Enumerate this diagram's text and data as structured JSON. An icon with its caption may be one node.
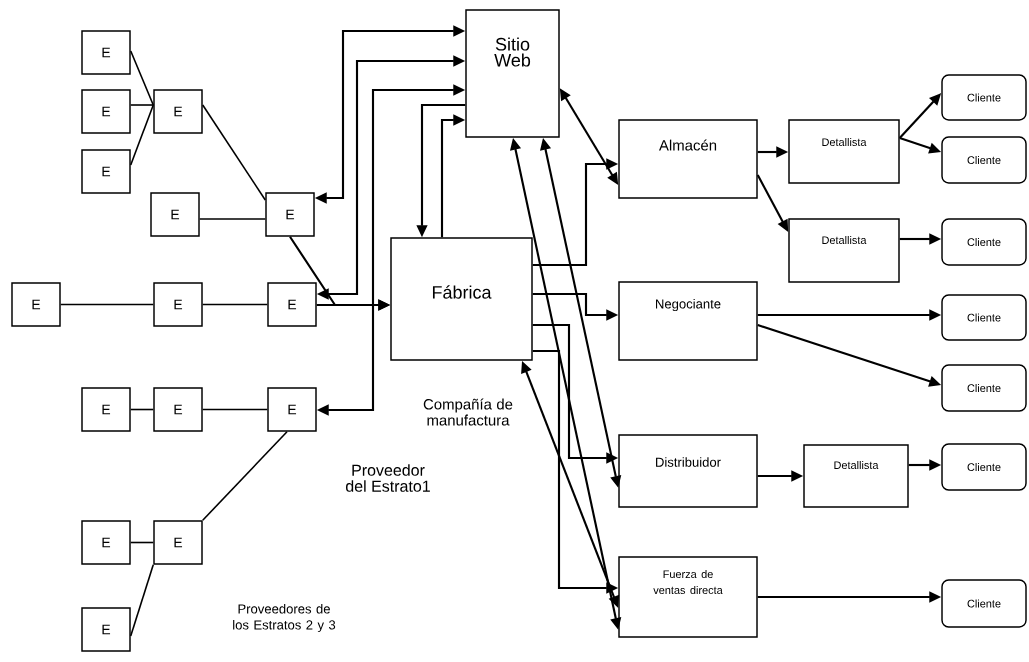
{
  "diagram": {
    "nodes": [
      {
        "text": [
          "E"
        ]
      },
      {
        "text": [
          "E"
        ]
      },
      {
        "text": [
          "E"
        ]
      },
      {
        "text": [
          "E"
        ]
      },
      {
        "text": [
          "E"
        ]
      },
      {
        "text": [
          "E"
        ]
      },
      {
        "text": [
          "E"
        ]
      },
      {
        "text": [
          "E"
        ]
      },
      {
        "text": [
          "E"
        ]
      },
      {
        "text": [
          "E"
        ]
      },
      {
        "text": [
          "E"
        ]
      },
      {
        "text": [
          "E"
        ]
      },
      {
        "text": [
          "E"
        ]
      },
      {
        "text": [
          "E"
        ]
      },
      {
        "text": [
          "E"
        ]
      },
      {
        "text": [
          "Sitio Web"
        ]
      },
      {
        "text": [
          "Fábrica"
        ]
      },
      {
        "text": [
          "Almacén"
        ]
      },
      {
        "text": [
          "Negociante"
        ]
      },
      {
        "text": [
          "Distribuidor"
        ]
      },
      {
        "text": [
          "Fuerza de ventas directa"
        ]
      },
      {
        "text": [
          "Detallista"
        ]
      },
      {
        "text": [
          "Detallista"
        ]
      },
      {
        "text": [
          "Detallista"
        ]
      },
      {
        "text": [
          "Cliente"
        ]
      },
      {
        "text": [
          "Cliente"
        ]
      },
      {
        "text": [
          "Cliente"
        ]
      },
      {
        "text": [
          "Cliente"
        ]
      },
      {
        "text": [
          "Cliente"
        ]
      },
      {
        "text": [
          "Cliente"
        ]
      },
      {
        "text": [
          "Cliente"
        ]
      }
    ],
    "edges": [
      {
        "from": 0,
        "to": 3,
        "arrow": "none"
      },
      {
        "from": 1,
        "to": 3,
        "arrow": "none"
      },
      {
        "from": 2,
        "to": 3,
        "arrow": "none"
      },
      {
        "from": 3,
        "to": 5,
        "arrow": "none"
      },
      {
        "from": 4,
        "to": 5,
        "arrow": "none"
      },
      {
        "from": 6,
        "to": 7,
        "arrow": "none"
      },
      {
        "from": 7,
        "to": 8,
        "arrow": "none"
      },
      {
        "from": 5,
        "to": 16,
        "arrow": "to"
      },
      {
        "from": 8,
        "to": 16,
        "arrow": "to"
      },
      {
        "from": 5,
        "to": 15,
        "arrow": "both"
      },
      {
        "from": 8,
        "to": 15,
        "arrow": "both"
      },
      {
        "from": 11,
        "to": 15,
        "arrow": "both"
      },
      {
        "from": 9,
        "to": 10,
        "arrow": "none"
      },
      {
        "from": 10,
        "to": 11,
        "arrow": "none"
      },
      {
        "from": 11,
        "to": 13,
        "arrow": "none"
      },
      {
        "from": 12,
        "to": 13,
        "arrow": "none"
      },
      {
        "from": 14,
        "to": 13,
        "arrow": "none"
      },
      {
        "from": 15,
        "to": 16,
        "arrow": "to"
      },
      {
        "from": 16,
        "to": 15,
        "arrow": "to"
      },
      {
        "from": 15,
        "to": 17,
        "arrow": "both"
      },
      {
        "from": 16,
        "to": 17,
        "arrow": "to"
      },
      {
        "from": 16,
        "to": 18,
        "arrow": "to"
      },
      {
        "from": 16,
        "to": 19,
        "arrow": "to"
      },
      {
        "from": 16,
        "to": 20,
        "arrow": "to"
      },
      {
        "from": 15,
        "to": 19,
        "arrow": "both"
      },
      {
        "from": 15,
        "to": 20,
        "arrow": "both"
      },
      {
        "from": 16,
        "to": 20,
        "arrow": "both"
      },
      {
        "from": 17,
        "to": 21,
        "arrow": "to"
      },
      {
        "from": 17,
        "to": 22,
        "arrow": "to"
      },
      {
        "from": 21,
        "to": 24,
        "arrow": "to"
      },
      {
        "from": 21,
        "to": 25,
        "arrow": "to"
      },
      {
        "from": 22,
        "to": 26,
        "arrow": "to"
      },
      {
        "from": 18,
        "to": 27,
        "arrow": "to"
      },
      {
        "from": 18,
        "to": 28,
        "arrow": "to"
      },
      {
        "from": 19,
        "to": 23,
        "arrow": "to"
      },
      {
        "from": 23,
        "to": 29,
        "arrow": "to"
      },
      {
        "from": 20,
        "to": 30,
        "arrow": "to"
      }
    ],
    "labels": [
      "Compañía de manufactura",
      "Proveedor del Estrato1",
      "Proveedores de los Estratos 2 y 3"
    ]
  }
}
